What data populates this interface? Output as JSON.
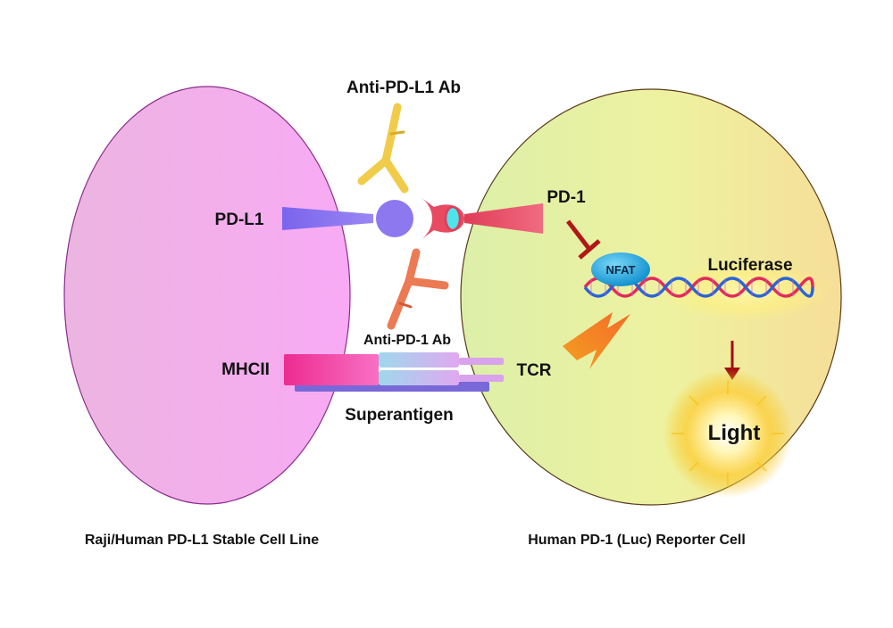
{
  "labels": {
    "anti_pdl1_ab": "Anti-PD-L1 Ab",
    "pd_l1": "PD-L1",
    "pd_1": "PD-1",
    "nfat": "NFAT",
    "luciferase": "Luciferase",
    "anti_pd1_ab": "Anti-PD-1 Ab",
    "mhcii": "MHCII",
    "tcr": "TCR",
    "superantigen": "Superantigen",
    "light": "Light"
  },
  "captions": {
    "left_cell": "Raji/Human PD-L1 Stable Cell Line",
    "right_cell": "Human PD-1 (Luc) Reporter Cell"
  },
  "colors": {
    "left_cell": "#f4a7ef",
    "right_cell": "#eaf0a0",
    "pd_l1": "#8a74f0",
    "pd_1": "#ec5068",
    "anti_pdl1_ab": "#f0cc4a",
    "anti_pd1_ab": "#ec7a52",
    "mhcii": "#f0349c",
    "tcr": "#a8c8f0",
    "superantigen": "#7868d8",
    "nfat": "#20a8e0",
    "inhibit_arrow": "#b01818",
    "activation_bolt": "#f4962a",
    "light_glow": "#f8c418"
  },
  "icons": [
    "anti-pd-l1-antibody-icon",
    "anti-pd-1-antibody-icon",
    "dna-helix-icon",
    "lightning-bolt-icon",
    "light-burst-icon"
  ]
}
